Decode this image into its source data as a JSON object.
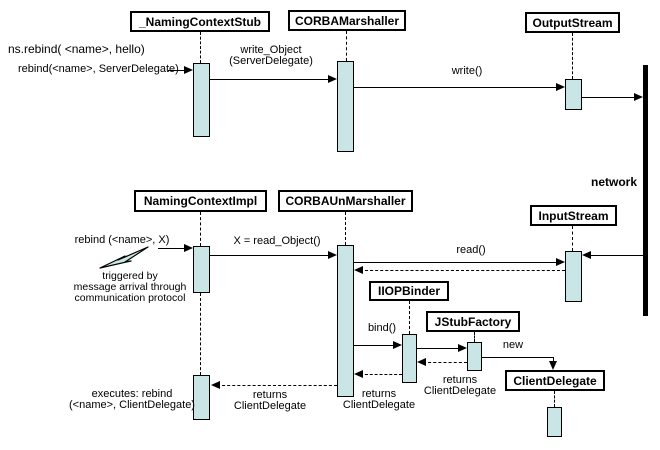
{
  "diagram": {
    "title": "CORBA rebind marshalling sequence diagram",
    "background_color": "#ffffff",
    "activation_fill_color": "#c9e5e5",
    "line_color": "#000000"
  },
  "boxes": {
    "naming_context_stub": "_NamingContextStub",
    "corba_marshaller": "CORBAMarshaller",
    "output_stream": "OutputStream",
    "naming_context_impl": "NamingContextImpl",
    "corba_unmarshaller": "CORBAUnMarshaller",
    "input_stream": "InputStream",
    "iiop_binder": "IIOPBinder",
    "jstub_factory": "JStubFactory",
    "client_delegate": "ClientDelegate"
  },
  "labels": {
    "network": "network",
    "ns_rebind": "ns.rebind( <name>, hello)",
    "rebind_server_delegate": "rebind(<name>, ServerDelegate)",
    "write_object_line1": "write_Object",
    "write_object_line2": "(ServerDelegate)",
    "write": "write()",
    "rebind_x": "rebind (<name>, X)",
    "x_read_object": "X = read_Object()",
    "read": "read()",
    "bind": "bind()",
    "new": "new",
    "returns_line1": "returns",
    "returns_line2": "ClientDelegate"
  },
  "notes": {
    "triggered_line1": "triggered by",
    "triggered_line2": "message arrival through",
    "triggered_line3": "communication protocol",
    "executes_line1": "executes: rebind",
    "executes_line2": "(<name>, ClientDelegate)"
  }
}
